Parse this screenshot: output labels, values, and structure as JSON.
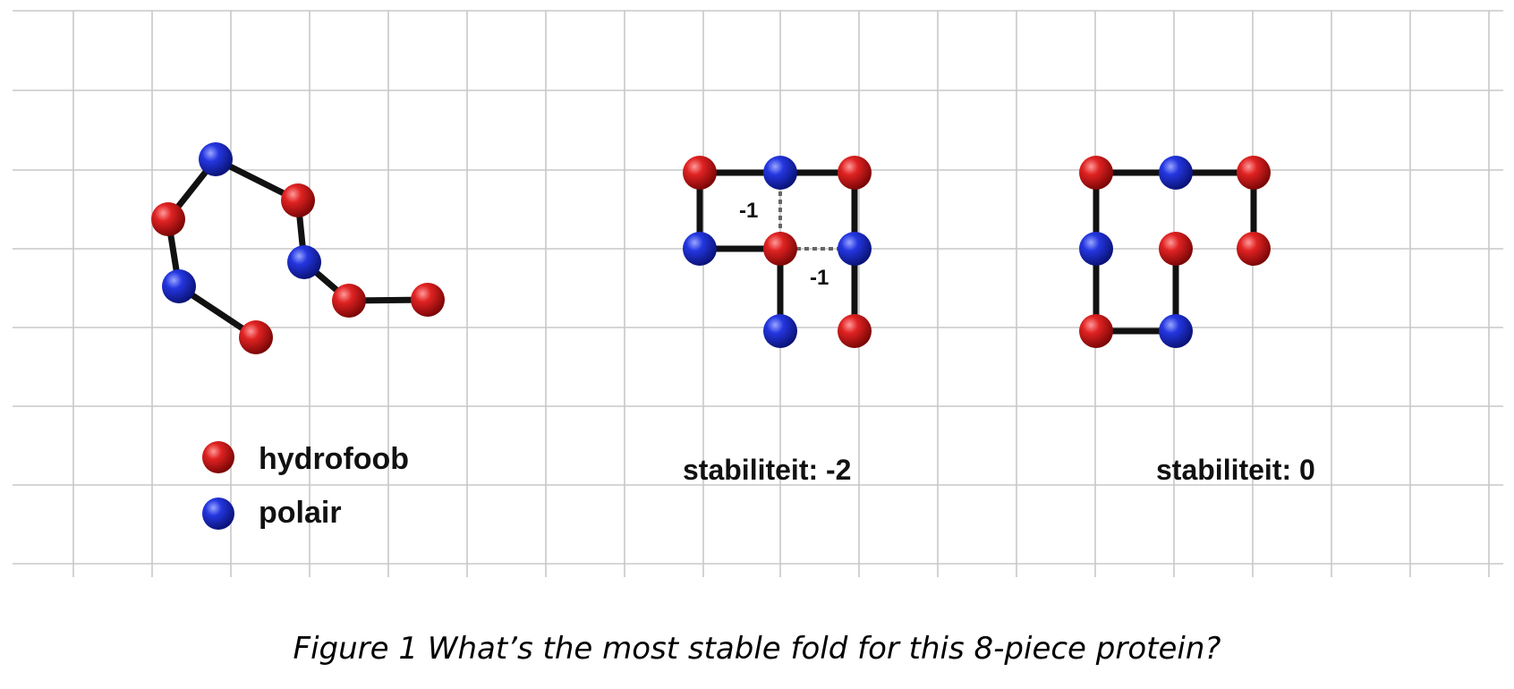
{
  "colors": {
    "hydrophobic": "#d11a1a",
    "polar": "#1f2ed6",
    "bond": "#111111",
    "grid": "#c8c8c8"
  },
  "legend": {
    "hydrophobic_label": "hydrofoob",
    "polar_label": "polair"
  },
  "folds": [
    {
      "name": "unfolded",
      "beads": [
        "H",
        "P",
        "H",
        "P",
        "H",
        "P",
        "H",
        "H"
      ]
    },
    {
      "name": "fold-a",
      "stability_label": "stabiliteit: -2",
      "contact_labels": [
        "-1",
        "-1"
      ],
      "beads": [
        "P",
        "H",
        "P",
        "H",
        "P",
        "H",
        "P",
        "H"
      ]
    },
    {
      "name": "fold-b",
      "stability_label": "stabiliteit: 0",
      "beads": [
        "H",
        "P",
        "H",
        "P",
        "H",
        "P",
        "H",
        "H"
      ]
    }
  ],
  "caption": "Figure 1 What’s the most stable fold for this 8-piece protein?"
}
